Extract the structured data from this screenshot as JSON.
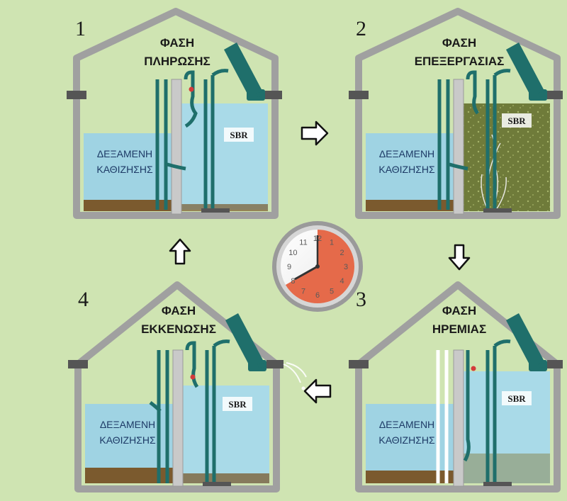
{
  "colors": {
    "background": "#cfe4b2",
    "wall": "#9d9d9d",
    "wall_inner": "#d9d9d9",
    "clear_water": "#9fd3e3",
    "sludge": "#7b5a2e",
    "activated_sludge": "#6f7b3a",
    "pipe": "#1f6f6b",
    "clock_fill": "#e56a4a"
  },
  "icons": [
    "arrow-right-icon",
    "arrow-down-icon",
    "arrow-left-icon",
    "arrow-up-icon",
    "clock-icon",
    "pump-icon"
  ],
  "phases": [
    {
      "number": "1",
      "title_line1": "ΦΑΣΗ",
      "title_line2": "ΠΛΗΡΩΣΗΣ",
      "tank_label_line1": "ΔΕΞΑΜΕΝΗ",
      "tank_label_line2": "ΚΑΘΙΖΗΣΗΣ",
      "reactor_label": "SBR"
    },
    {
      "number": "2",
      "title_line1": "ΦΑΣΗ",
      "title_line2": "ΕΠΕΞΕΡΓΑΣΙΑΣ",
      "tank_label_line1": "ΔΕΞΑΜΕΝΗ",
      "tank_label_line2": "ΚΑΘΙΖΗΣΗΣ",
      "reactor_label": "SBR"
    },
    {
      "number": "3",
      "title_line1": "ΦΑΣΗ",
      "title_line2": "ΗΡΕΜΙΑΣ",
      "tank_label_line1": "ΔΕΞΑΜΕΝΗ",
      "tank_label_line2": "ΚΑΘΙΖΗΣΗΣ",
      "reactor_label": "SBR"
    },
    {
      "number": "4",
      "title_line1": "ΦΑΣΗ",
      "title_line2": "ΕΚΚΕΝΩΣΗΣ",
      "tank_label_line1": "ΔΕΞΑΜΕΝΗ",
      "tank_label_line2": "ΚΑΘΙΖΗΣΗΣ",
      "reactor_label": "SBR"
    }
  ],
  "clock": {
    "numbers": [
      "12",
      "1",
      "2",
      "3",
      "4",
      "5",
      "6",
      "7",
      "8",
      "9",
      "10",
      "11"
    ]
  }
}
